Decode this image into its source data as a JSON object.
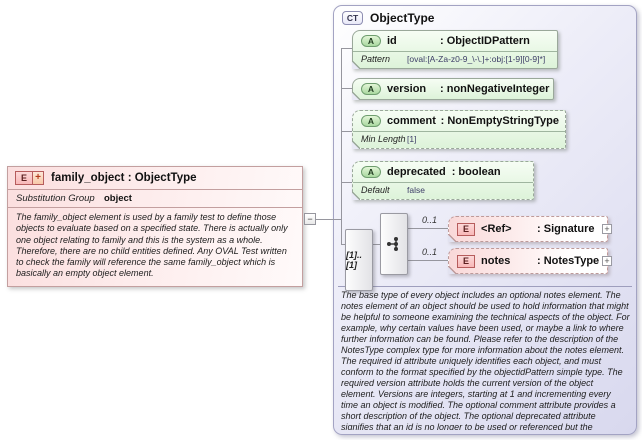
{
  "icons": {
    "element": "E",
    "element_plus": "+",
    "attribute": "A",
    "complex_type": "CT",
    "collapse": "−",
    "expand": "+"
  },
  "colors": {
    "element_fill": "#fbdcdc",
    "attribute_fill": "#ddf3d9",
    "complex_type_fill": "#dcdcf0",
    "connector": "#96969e"
  },
  "left_element": {
    "title": "family_object : ObjectType",
    "substitution_group_label": "Substitution Group",
    "substitution_group_value": "object",
    "documentation": "The family_object element is used by a family test to define those objects to evaluate based on a specified state. There is actually only one object relating to family and this is the system as a whole. Therefore, there are no child entities defined. Any OVAL Test written to check the family will reference the same family_object which is basically an empty object element."
  },
  "complex_type": {
    "title": "ObjectType",
    "attributes": [
      {
        "name": "id",
        "type": ": ObjectIDPattern",
        "facet": {
          "label": "Pattern",
          "value": "[oval:[A-Za-z0-9_\\-\\.]+:obj:[1-9][0-9]*]"
        }
      },
      {
        "name": "version",
        "type": ": nonNegativeInteger"
      },
      {
        "name": "comment",
        "type": ": NonEmptyStringType",
        "facet": {
          "label": "Min Length",
          "value": "[1]"
        }
      },
      {
        "name": "deprecated",
        "type": ": boolean",
        "facet": {
          "label": "Default",
          "value": "false"
        }
      }
    ],
    "sequence_cardinality": "[1]..[1]",
    "children": [
      {
        "name": "<Ref>",
        "type": ": Signature",
        "cardinality": "0..1"
      },
      {
        "name": "notes",
        "type": ": NotesType",
        "cardinality": "0..1"
      }
    ],
    "documentation": "The base type of every object includes an optional notes element. The notes element of an object should be used to hold information that might be helpful to someone examining the technical aspects of the object. For example, why certain values have been used, or maybe a link to where further information can be found. Please refer to the description of the NotesType complex type for more information about the notes element. The required id attribute uniquely identifies each object, and must conform to the format specified by the objectidPattern simple type. The required version attribute holds the current version of the object element. Versions are integers, starting at 1 and incrementing every time an object is modified. The optional comment attribute provides a short description of the object. The optional deprecated attribute signifies that an id is no longer to be used or referenced but the information has been kept around for historic purposes."
  }
}
